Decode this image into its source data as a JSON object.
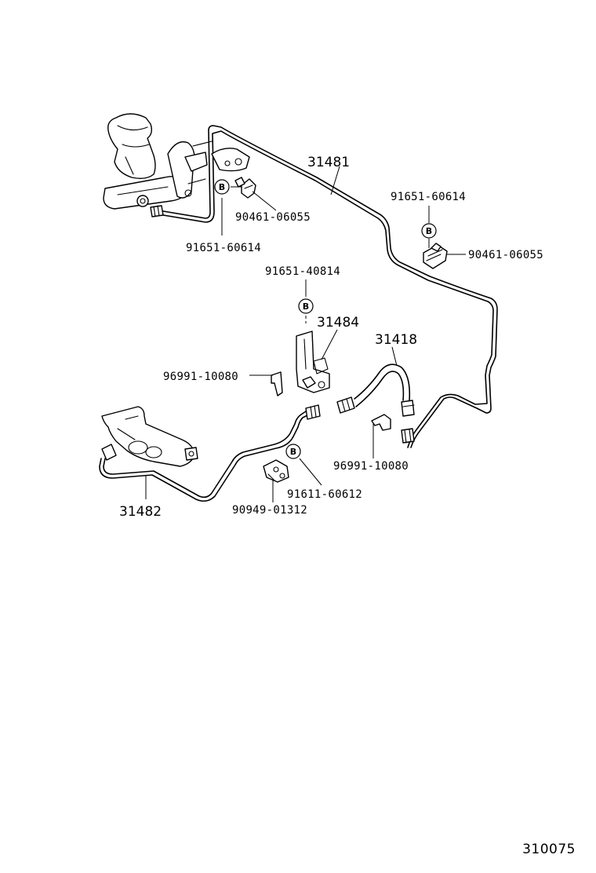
{
  "diagram": {
    "number": "310075",
    "badge_letter": "B",
    "parts": {
      "tube_upper": "31481",
      "tube_lower": "31482",
      "bracket": "31484",
      "flex_hose": "31418",
      "clamp_top_left": "91651-60614",
      "clamp_top_right": "91651-60614",
      "clip_top_left": "90461-06055",
      "clip_top_right": "90461-06055",
      "bracket_bolt": "91651-40814",
      "hose_clip_left": "96991-10080",
      "hose_clip_right": "96991-10080",
      "clamp_bottom": "91611-60612",
      "bolt_bottom": "90949-01312"
    }
  }
}
